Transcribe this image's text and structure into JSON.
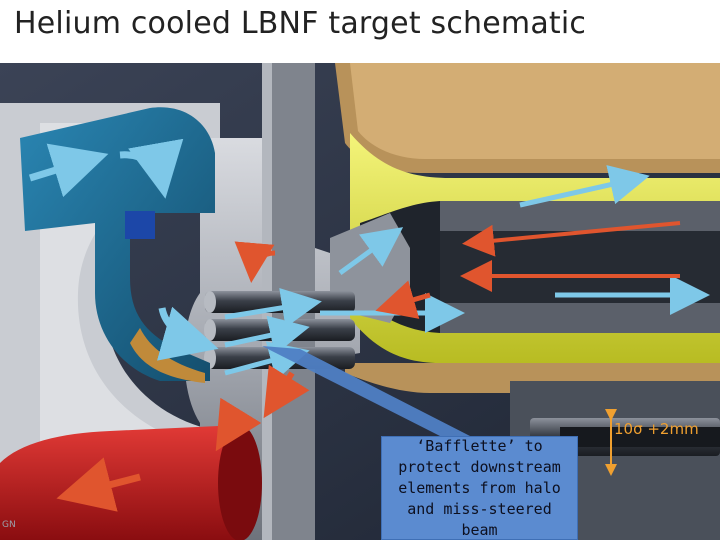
{
  "title": "Helium cooled LBNF target schematic",
  "callout": {
    "text": "‘Bafflette’ to protect downstream elements from halo and miss-steered beam"
  },
  "dimension_label": "10σ +2mm",
  "corner_mark": "GN",
  "colors": {
    "background": "#2a3344",
    "blue_housing": "#1d6a92",
    "red_pipe": "#c2161b",
    "yellow_tube": "#e0e44a",
    "bronze_shell": "#b8925a",
    "coolant_flow_arrow": "#7ec8e8",
    "return_flow_arrow": "#e0552e",
    "callout_fill": "#5b8bd0",
    "dimension_arrow": "#f0a030"
  },
  "icons": [
    "coolant-flow-arrow-icon",
    "return-flow-arrow-icon",
    "curved-flow-arrow-icon",
    "dimension-arrow-icon"
  ]
}
